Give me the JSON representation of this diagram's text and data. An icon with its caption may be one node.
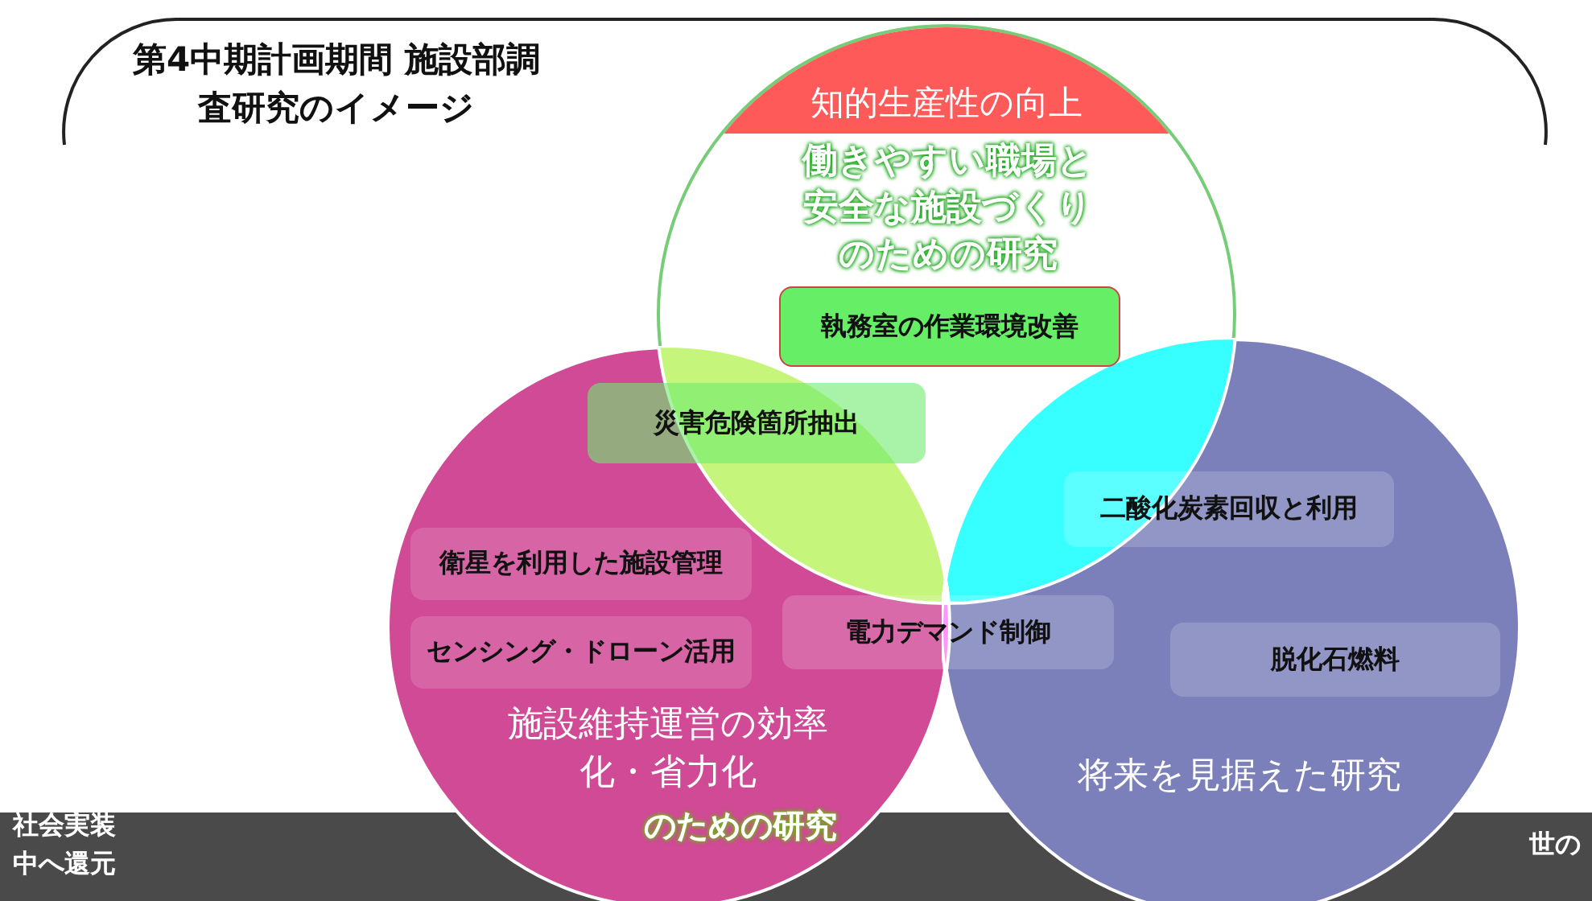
{
  "diagram": {
    "title": "第4中期計画期間 施設部調査研究のイメージ",
    "nodes": [
      {
        "text": [
          "知的生産性の向上",
          "働きやすい職場と安全な施設づくりのための研究"
        ]
      },
      {
        "text": [
          "執務室の作業環境改善"
        ],
        "in": 0
      },
      {
        "text": [
          "災害危険箇所抽出"
        ],
        "in": 3
      },
      {
        "text": [
          "施設維持運営の効率化・省力化",
          "のための研究"
        ]
      },
      {
        "text": [
          "衛星を利用した施設管理"
        ],
        "in": 3
      },
      {
        "text": [
          "センシング・ドローン活用"
        ],
        "in": 3
      },
      {
        "text": [
          "電力デマンド制御"
        ]
      },
      {
        "text": [
          "将来を見据えた研究"
        ]
      },
      {
        "text": [
          "二酸化炭素回収と利用"
        ],
        "in": 7
      },
      {
        "text": [
          "脱化石燃料"
        ],
        "in": 7
      }
    ],
    "edges": [],
    "labels": [
      "社会実装",
      "中へ還元",
      "世の"
    ]
  }
}
